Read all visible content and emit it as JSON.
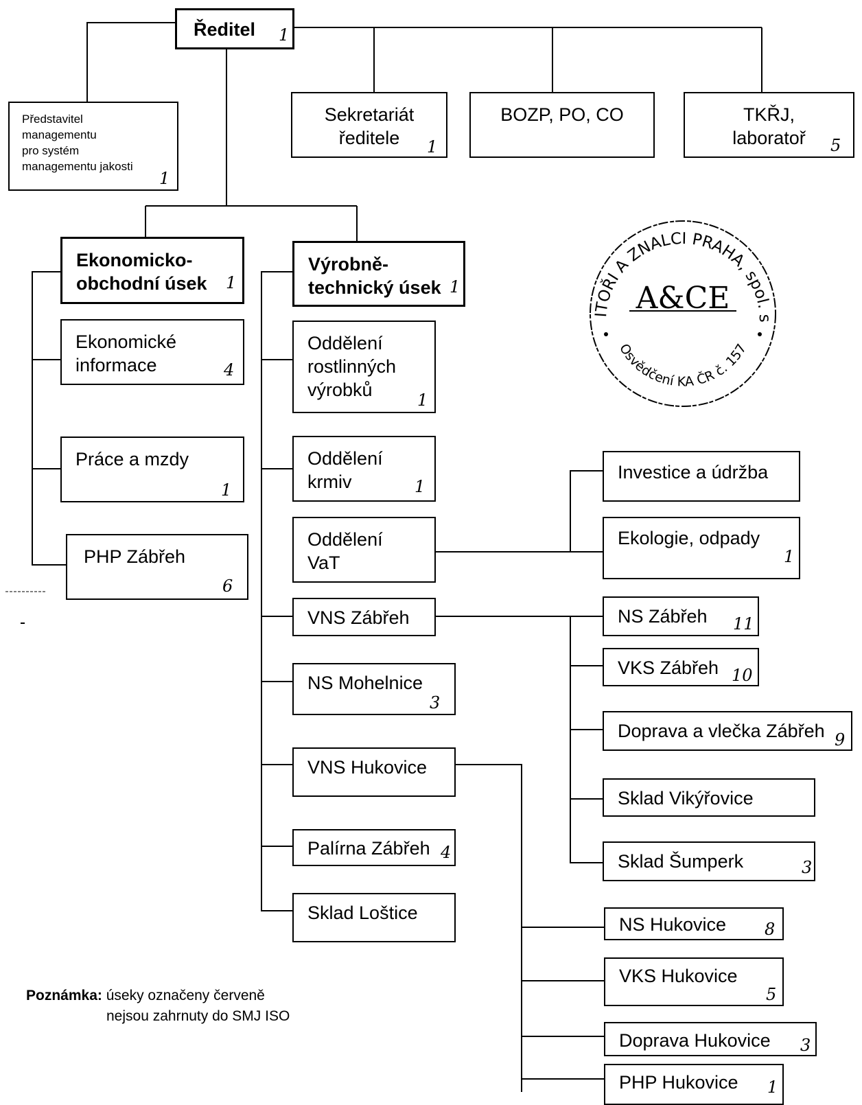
{
  "director": {
    "label": "Ředitel",
    "num": "1"
  },
  "quality_rep": {
    "label": "Představitel\nmanagementu\npro systém\nmanagementu jakosti",
    "num": "1"
  },
  "staff": [
    {
      "label": "Sekretariát\nředitele",
      "num": "1"
    },
    {
      "label": "BOZP, PO, CO",
      "num": ""
    },
    {
      "label": "TKŘJ,\nlaboratoř",
      "num": "5"
    }
  ],
  "economic": {
    "label": "Ekonomicko-\nobchodní úsek",
    "num": "1",
    "units": [
      {
        "label": "Ekonomické\ninformace",
        "num": "4"
      },
      {
        "label": "Práce a mzdy",
        "num": "1"
      },
      {
        "label": "PHP Zábřeh",
        "num": "6"
      }
    ]
  },
  "production": {
    "label": "Výrobně-\ntechnický úsek",
    "num": "1",
    "units": [
      {
        "label": "Oddělení\nrostlinných\nvýrobků",
        "num": "1"
      },
      {
        "label": "Oddělení\nkrmiv",
        "num": "1"
      },
      {
        "label": "Oddělení\nVaT",
        "num": ""
      },
      {
        "label": "VNS Zábřeh",
        "num": ""
      },
      {
        "label": "NS Mohelnice",
        "num": "3"
      },
      {
        "label": "VNS Hukovice",
        "num": ""
      },
      {
        "label": "Palírna Zábřeh",
        "num": "4"
      },
      {
        "label": "Sklad Loštice",
        "num": ""
      }
    ]
  },
  "vat_units": [
    {
      "label": "Investice a údržba",
      "num": ""
    },
    {
      "label": "Ekologie, odpady",
      "num": "1"
    }
  ],
  "zabreh_units": [
    {
      "label": "NS Zábřeh",
      "num": "11"
    },
    {
      "label": "VKS Zábřeh",
      "num": "10"
    },
    {
      "label": "Doprava a vlečka Zábřeh",
      "num": "9"
    },
    {
      "label": "Sklad Vikýřovice",
      "num": ""
    },
    {
      "label": "Sklad Šumperk",
      "num": "3"
    }
  ],
  "hukovice_units": [
    {
      "label": "NS Hukovice",
      "num": "8"
    },
    {
      "label": "VKS Hukovice",
      "num": "5"
    },
    {
      "label": "Doprava Hukovice",
      "num": "3"
    },
    {
      "label": "PHP Hukovice",
      "num": "1"
    }
  ],
  "stamp": {
    "ring_text": "AUDITOŘI A ZNALCI PRAHA, spol. s r.o.",
    "bottom_text": "Osvědčení KA ČR č. 157",
    "logo": "A&CE"
  },
  "note": {
    "label": "Poznámka:",
    "line1": "úseky označeny červeně",
    "line2": "nejsou zahrnuty do SMJ  ISO"
  }
}
